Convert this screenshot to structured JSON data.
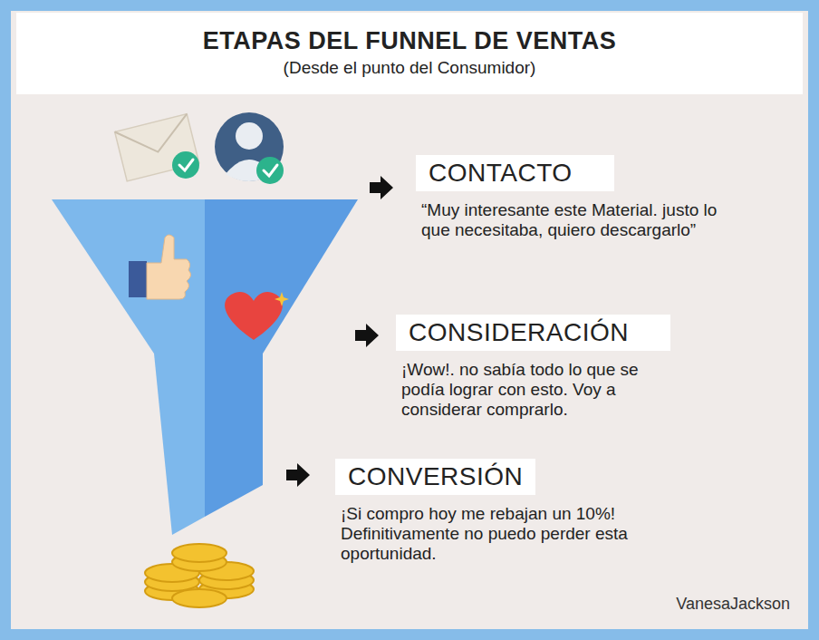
{
  "diagram": {
    "title": "ETAPAS DEL FUNNEL DE VENTAS",
    "nodes": [
      {
        "text": [
          "CONTACTO",
          "“Muy interesante este Material. justo lo que necesitaba, quiero descargarlo”"
        ]
      },
      {
        "text": [
          "CONSIDERACIÓN",
          "¡Wow!. no sabía todo lo que se podía lograr con esto. Voy a considerar comprarlo."
        ]
      },
      {
        "text": [
          "CONVERSIÓN",
          "¡Si compro hoy me rebajan un 10%! Definitivamente no puedo perder esta oportunidad."
        ]
      }
    ],
    "labels": [
      "(Desde el punto del Consumidor)",
      "VanesaJackson"
    ]
  }
}
